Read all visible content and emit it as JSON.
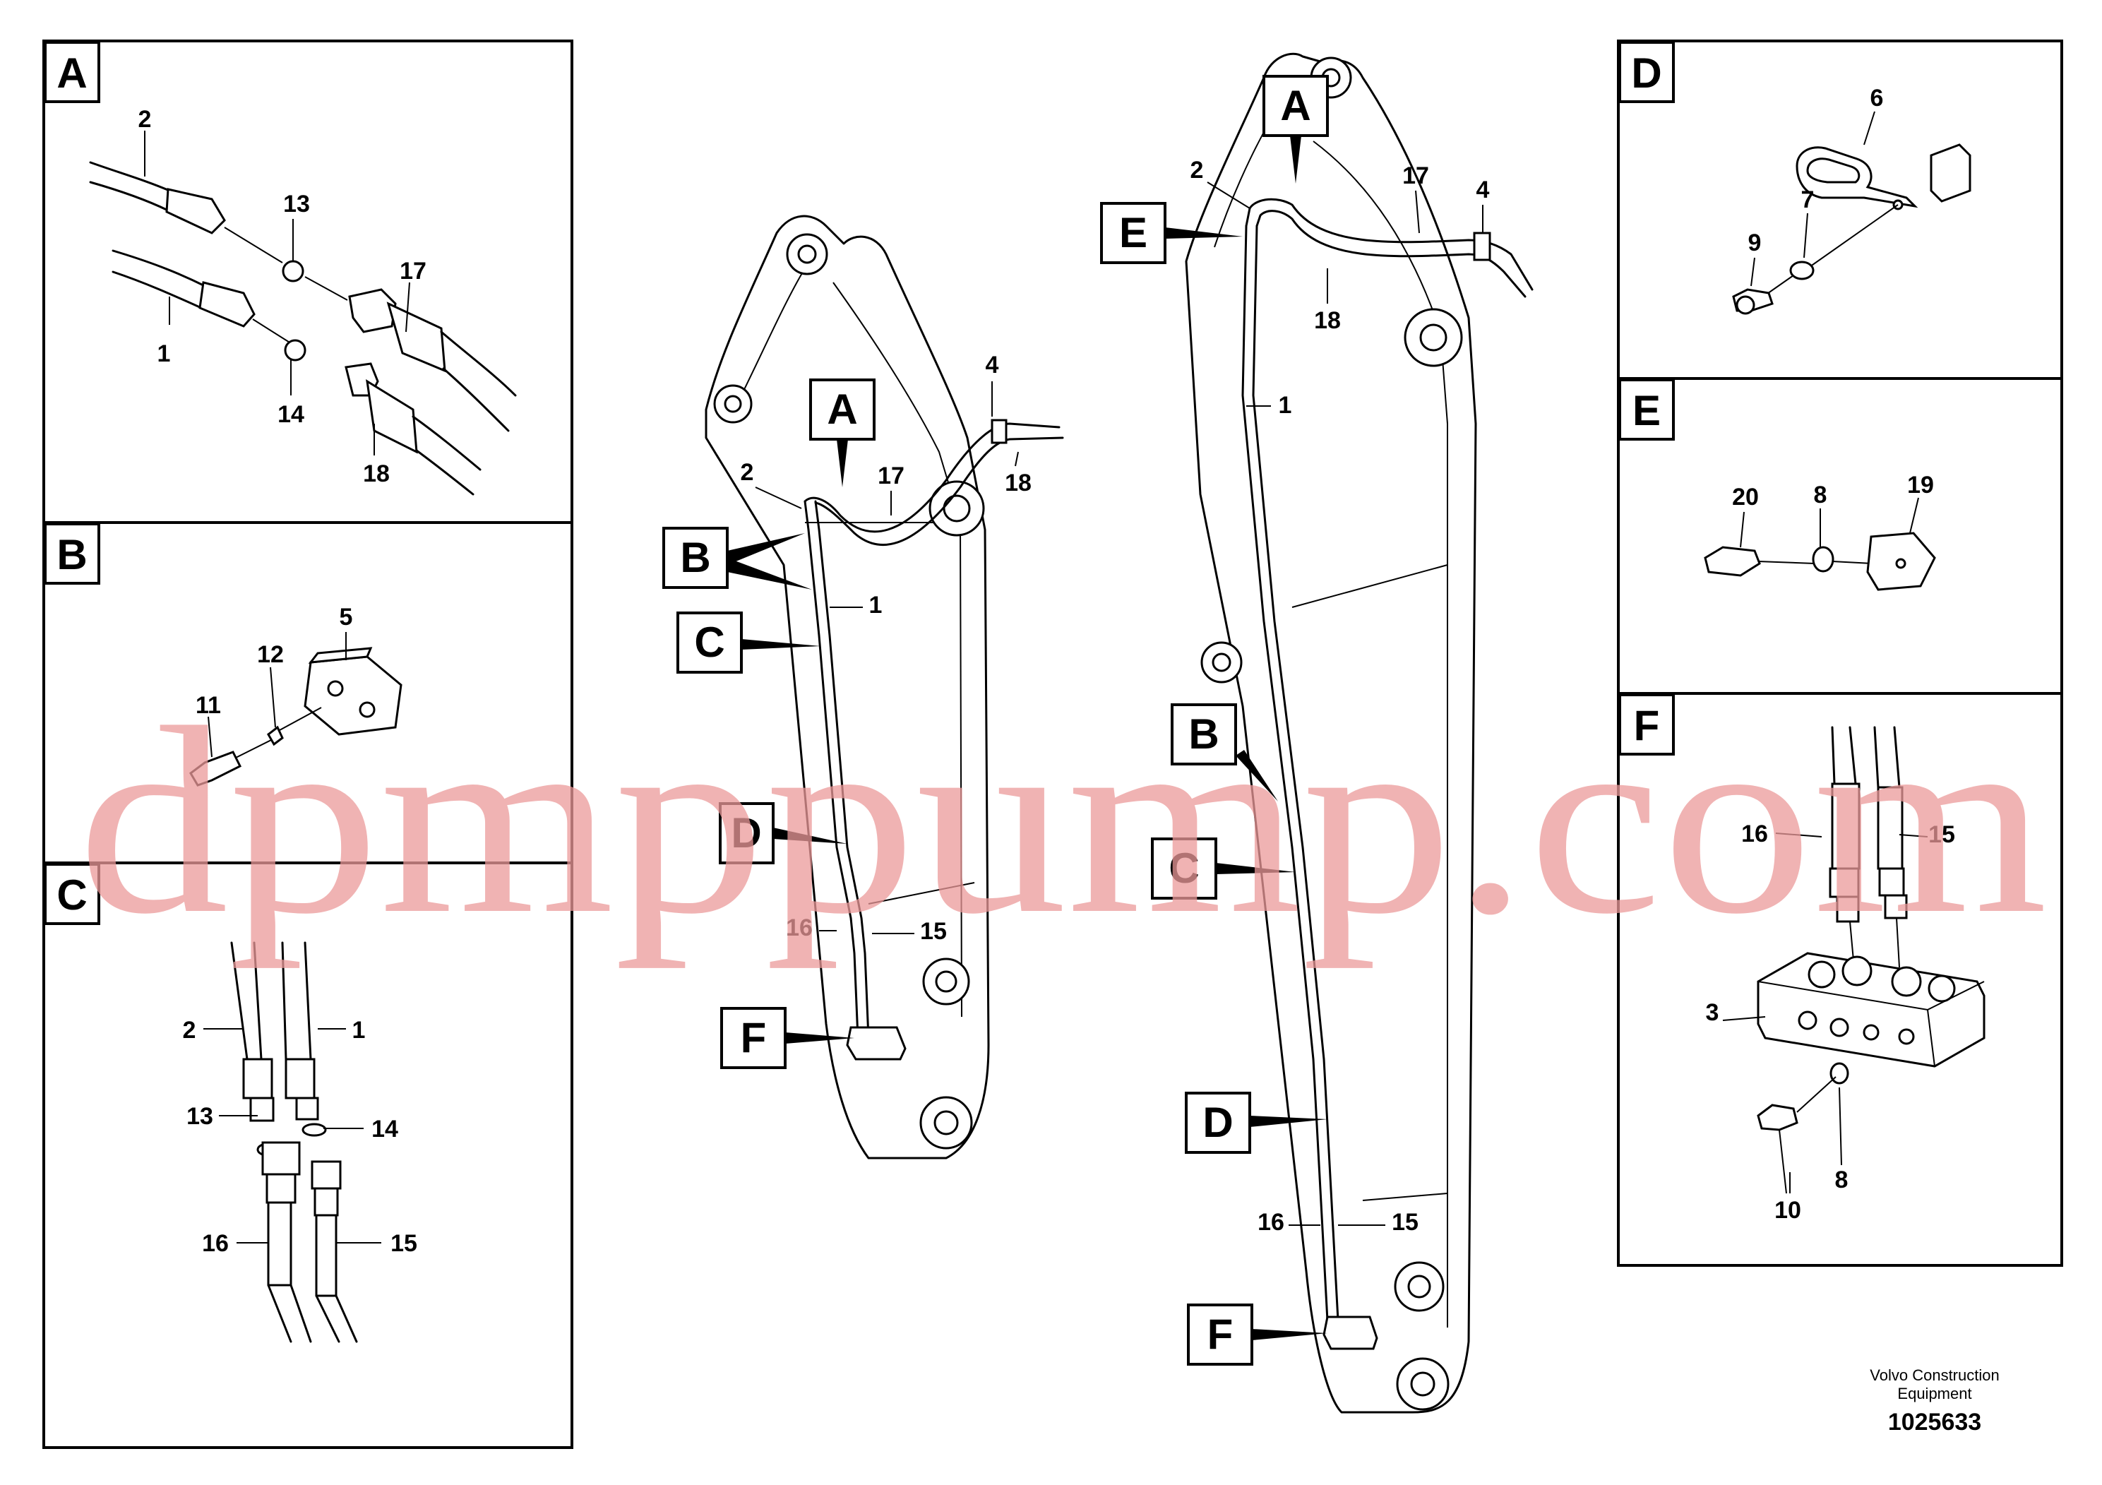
{
  "panels": {
    "A": {
      "tag": "A",
      "labels": {
        "2": "2",
        "13": "13",
        "17": "17",
        "1": "1",
        "14": "14",
        "18": "18"
      }
    },
    "B": {
      "tag": "B",
      "labels": {
        "5": "5",
        "12": "12",
        "11": "11"
      }
    },
    "C": {
      "tag": "C",
      "labels": {
        "2": "2",
        "1": "1",
        "13": "13",
        "14": "14",
        "16": "16",
        "15": "15"
      }
    },
    "D": {
      "tag": "D",
      "labels": {
        "6": "6",
        "7": "7",
        "9": "9"
      }
    },
    "E": {
      "tag": "E",
      "labels": {
        "20": "20",
        "8": "8",
        "19": "19"
      }
    },
    "F": {
      "tag": "F",
      "labels": {
        "16": "16",
        "15": "15",
        "3": "3",
        "10": "10",
        "8": "8"
      }
    }
  },
  "arm_left": {
    "tags": [
      "A",
      "B",
      "C",
      "D",
      "F"
    ],
    "labels": {
      "4": "4",
      "2": "2",
      "17": "17",
      "18": "18",
      "1": "1",
      "16": "16",
      "15": "15"
    }
  },
  "arm_right": {
    "tags": [
      "A",
      "E",
      "B",
      "C",
      "D",
      "F"
    ],
    "labels": {
      "2": "2",
      "17": "17",
      "4": "4",
      "18": "18",
      "1": "1",
      "16": "16",
      "15": "15"
    }
  },
  "watermark": "dpmppump.com",
  "footer": {
    "brand_line1": "Volvo Construction",
    "brand_line2": "Equipment",
    "drawing_number": "1025633"
  }
}
